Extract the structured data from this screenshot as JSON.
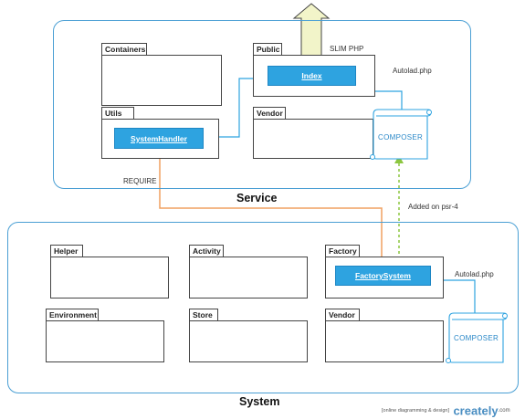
{
  "service": {
    "title": "Service",
    "containers": "Containers",
    "public": "Public",
    "slim": "SLIM PHP",
    "index": "Index",
    "autoload": "Autolad.php",
    "utils": "Utils",
    "system_handler": "SystemHandler",
    "vendor": "Vendor",
    "composer": "COMPOSER"
  },
  "system": {
    "title": "System",
    "helper": "Helper",
    "activity": "Activity",
    "factory": "Factory",
    "factory_system": "FactorySystem",
    "autoload": "Autolad.php",
    "environment": "Environment",
    "store": "Store",
    "vendor": "Vendor",
    "composer": "COMPOSER"
  },
  "links": {
    "require": "REQUIRE",
    "psr4": "Added on psr-4"
  },
  "footer": {
    "tagline": "[online diagramming & design]",
    "brand": "creately",
    "brand_tld": ".com"
  },
  "colors": {
    "frame": "#4a9fd4",
    "class_fill": "#2ea3e0",
    "require_arrow": "#f0a060",
    "psr4_arrow": "#8cc63f",
    "top_arrow": "#f2f4c9"
  }
}
